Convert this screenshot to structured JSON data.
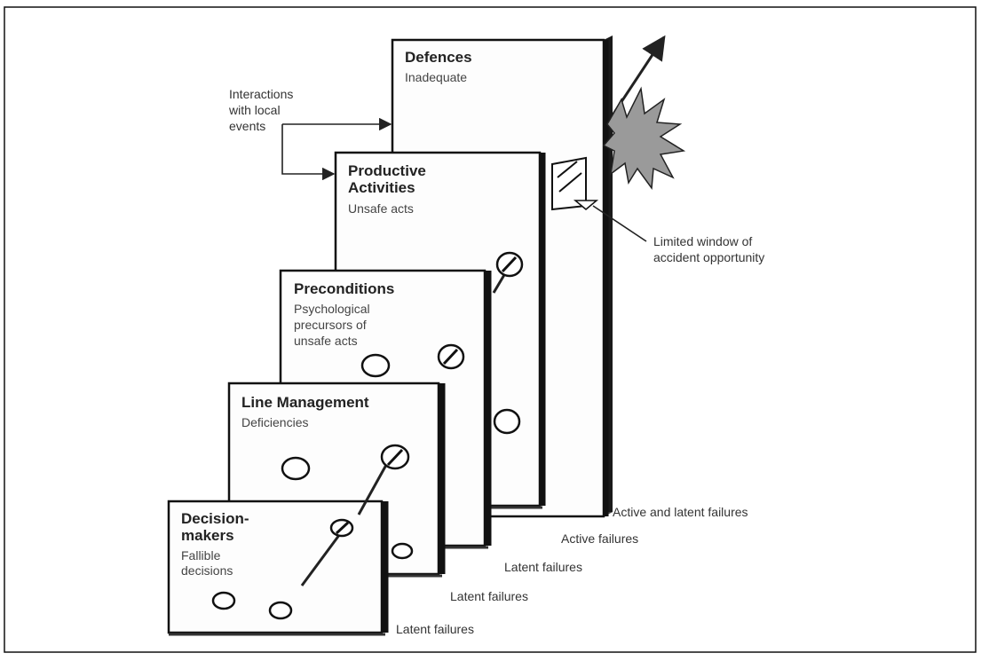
{
  "layers": [
    {
      "id": "defences",
      "title": [
        "Defences"
      ],
      "subtitle": [
        "Inadequate"
      ],
      "failure_label": "Active and latent failures"
    },
    {
      "id": "productive",
      "title": [
        "Productive",
        "Activities"
      ],
      "subtitle": [
        "Unsafe acts"
      ],
      "failure_label": "Active failures"
    },
    {
      "id": "preconditions",
      "title": [
        "Preconditions"
      ],
      "subtitle": [
        "Psychological",
        "precursors of",
        "unsafe acts"
      ],
      "failure_label": "Latent failures"
    },
    {
      "id": "line-management",
      "title": [
        "Line Management"
      ],
      "subtitle": [
        "Deficiencies"
      ],
      "failure_label": "Latent failures"
    },
    {
      "id": "decision-makers",
      "title": [
        "Decision-",
        "makers"
      ],
      "subtitle": [
        "Fallible",
        "decisions"
      ],
      "failure_label": "Latent failures"
    }
  ],
  "annotations": {
    "interactions": [
      "Interactions",
      "with local",
      "events"
    ],
    "window": [
      "Limited window of",
      "accident opportunity"
    ]
  }
}
